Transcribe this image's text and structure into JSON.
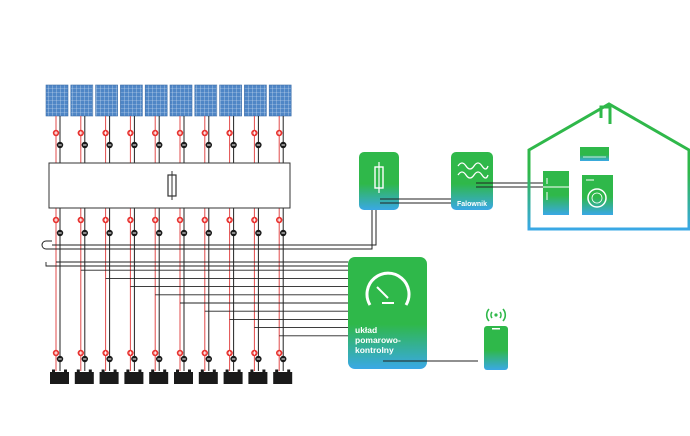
{
  "diagram": {
    "panel_count": 10,
    "labels": {
      "inverter": "Falownik",
      "controller_line1": "układ",
      "controller_line2": "pomarowo-",
      "controller_line3": "kontrolny"
    },
    "icons": {
      "panel": "solar-panel-icon",
      "fuse": "fuse-icon",
      "inverter_wave": "sine-wave-icon",
      "gauge": "gauge-icon",
      "battery": "battery-icon",
      "phone": "smartphone-icon",
      "wifi": "wireless-signal-icon",
      "house": "house-icon",
      "ac": "air-conditioner-icon",
      "fridge": "fridge-icon",
      "washer": "washing-machine-icon"
    },
    "colors": {
      "positive": "#e8322f",
      "negative": "#1a1a1a",
      "wire_red": "#e24b4b",
      "wire_black": "#222222",
      "gradient_top": "#2fb84a",
      "gradient_bottom": "#3aa8e6",
      "panel_cell": "#4f86c6",
      "house_green": "#2fb84a",
      "house_blue": "#3aa8e6"
    }
  }
}
